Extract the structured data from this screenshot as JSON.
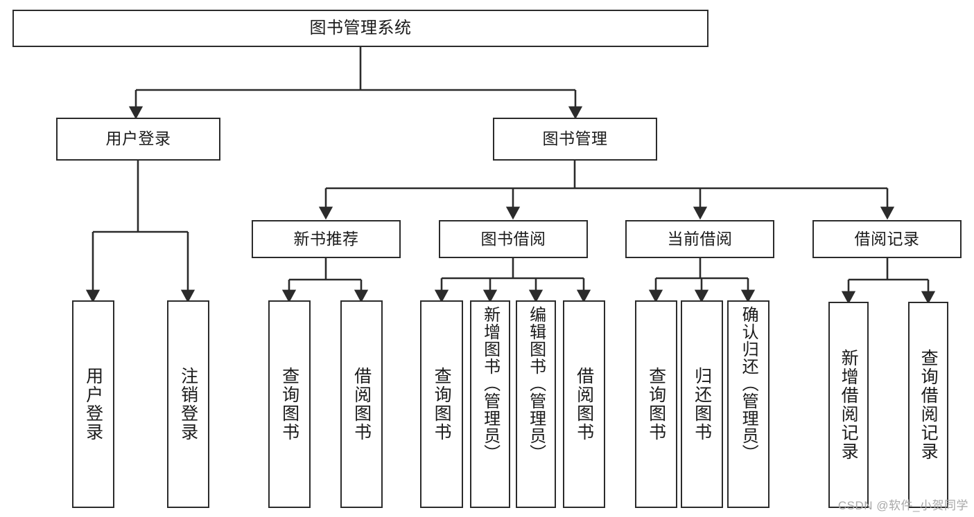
{
  "diagram": {
    "title": "图书管理系统",
    "type": "tree-hierarchy-diagram",
    "watermark": "CSDN @软件_小贺同学",
    "colors": {
      "background": "#ffffff",
      "box_border": "#2b2b2b",
      "box_fill": "#ffffff",
      "text": "#1a1a1a",
      "edge": "#2b2b2b",
      "watermark": "#a8a8a8"
    },
    "root": {
      "label": "图书管理系统"
    },
    "level2": [
      {
        "label": "用户登录"
      },
      {
        "label": "图书管理"
      }
    ],
    "level3": [
      {
        "label": "新书推荐"
      },
      {
        "label": "图书借阅"
      },
      {
        "label": "当前借阅"
      },
      {
        "label": "借阅记录"
      }
    ],
    "leaves": {
      "user_login": [
        {
          "label": "用户登录"
        },
        {
          "label": "注销登录"
        }
      ],
      "new_book_recommend": [
        {
          "label": "查询图书"
        },
        {
          "label": "借阅图书"
        }
      ],
      "book_borrow": [
        {
          "label": "查询图书"
        },
        {
          "label": "新增图书（管理员）"
        },
        {
          "label": "编辑图书（管理员）"
        },
        {
          "label": "借阅图书"
        }
      ],
      "current_borrow": [
        {
          "label": "查询图书"
        },
        {
          "label": "归还图书"
        },
        {
          "label": "确认归还（管理员）"
        }
      ],
      "borrow_record": [
        {
          "label": "新增借阅记录"
        },
        {
          "label": "查询借阅记录"
        }
      ]
    }
  }
}
